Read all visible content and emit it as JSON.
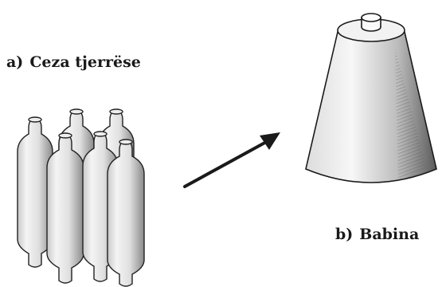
{
  "labels": {
    "a": {
      "letter": "a)",
      "text": "Ceza tjerrëse"
    },
    "b": {
      "letter": "b)",
      "text": "Babina"
    }
  }
}
